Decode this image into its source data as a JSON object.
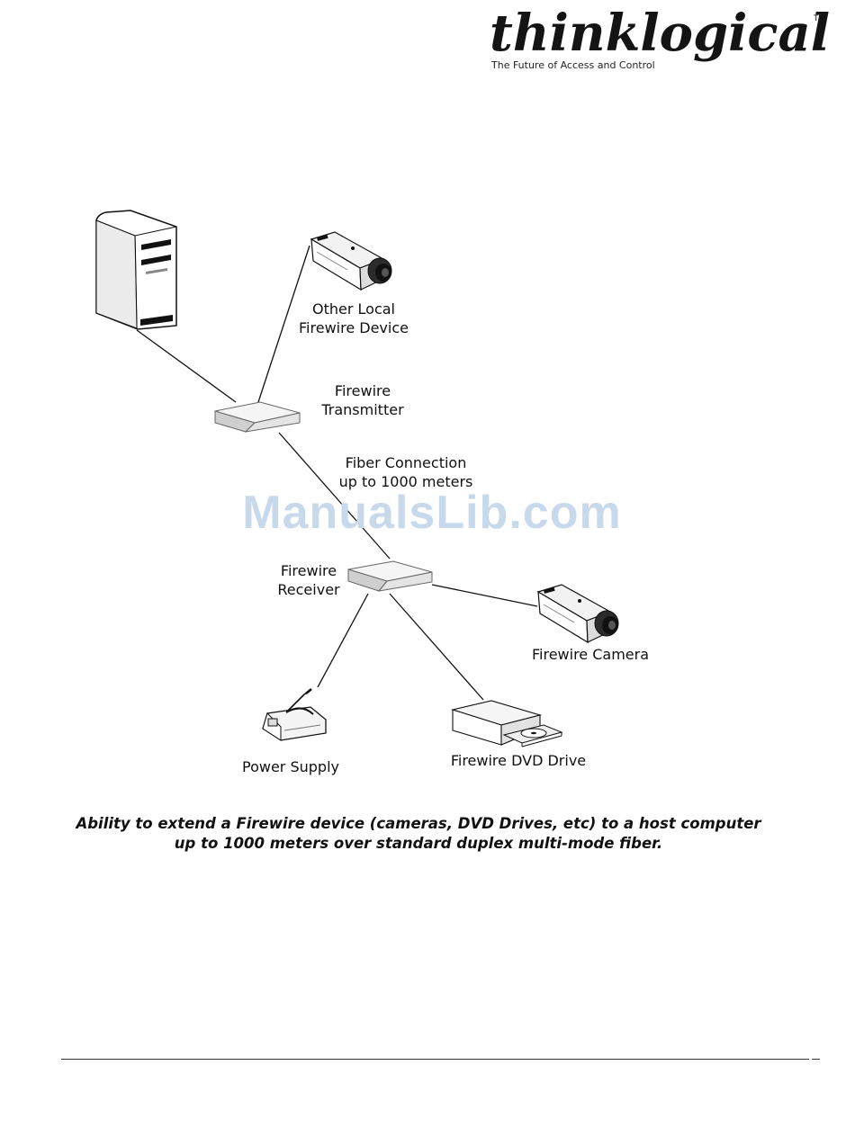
{
  "header": {
    "logo_text": "thinklogical",
    "logo_trademark": "TM",
    "logo_tagline": "The Future of Access and Control"
  },
  "diagram": {
    "labels": {
      "other_device_line1": "Other Local",
      "other_device_line2": "Firewire Device",
      "transmitter_line1": "Firewire",
      "transmitter_line2": "Transmitter",
      "fiber_line1": "Fiber Connection",
      "fiber_line2": "up to 1000 meters",
      "receiver_line1": "Firewire",
      "receiver_line2": "Receiver",
      "camera": "Firewire Camera",
      "power_supply": "Power Supply",
      "dvd_drive": "Firewire DVD Drive"
    },
    "icons": [
      "host-computer-icon",
      "camera-icon",
      "transmitter-box-icon",
      "receiver-box-icon",
      "power-supply-icon",
      "dvd-drive-icon"
    ]
  },
  "watermark": "ManualsLib.com",
  "caption": {
    "line1": "Ability to extend a Firewire device (cameras, DVD Drives, etc) to a host computer",
    "line2": "up to 1000 meters over standard duplex multi-mode fiber."
  }
}
